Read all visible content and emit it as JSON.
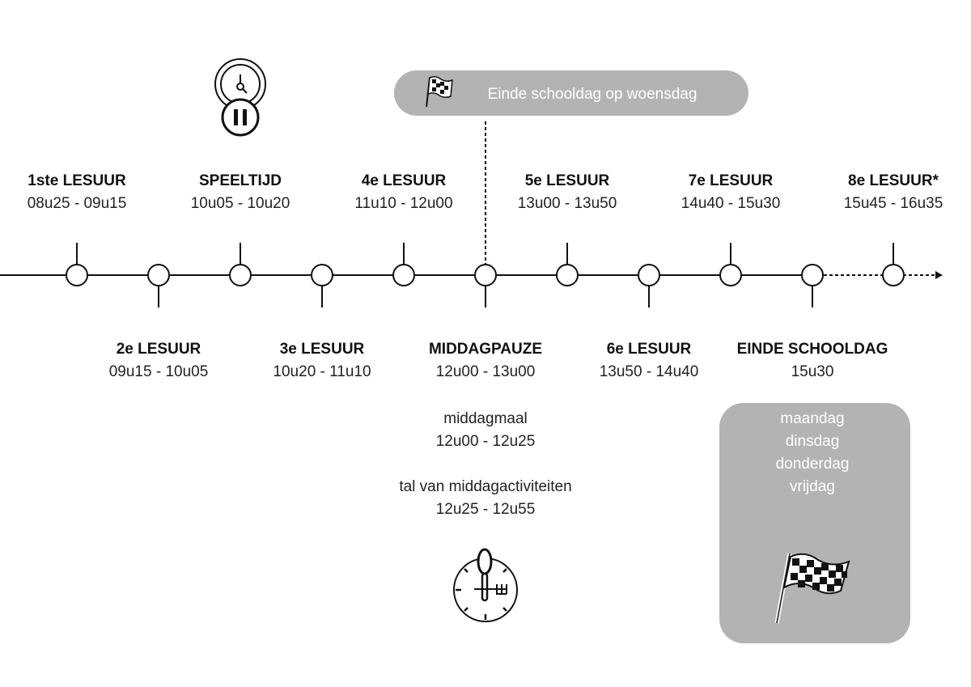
{
  "banner": {
    "label": "Einde schooldag op woensdag",
    "icon": "checkered-flag-icon",
    "color": "#b3b3b3"
  },
  "above": [
    {
      "title": "1ste LESUUR",
      "time": "08u25 - 09u15"
    },
    {
      "title": "SPEELTIJD",
      "time": "10u05 - 10u20"
    },
    {
      "title": "4e LESUUR",
      "time": "11u10 - 12u00"
    },
    {
      "title": "5e LESUUR",
      "time": "13u00 - 13u50"
    },
    {
      "title": "7e LESUUR",
      "time": "14u40 - 15u30"
    },
    {
      "title": "8e LESUUR*",
      "time": "15u45 - 16u35"
    }
  ],
  "below": [
    {
      "title": "2e LESUUR",
      "time": "09u15 - 10u05"
    },
    {
      "title": "3e LESUUR",
      "time": "10u20 - 11u10"
    },
    {
      "title": "MIDDAGPAUZE",
      "time": "12u00 - 13u00"
    },
    {
      "title": "6e LESUUR",
      "time": "13u50 - 14u40"
    },
    {
      "title": "EINDE SCHOOLDAG",
      "time": "15u30"
    }
  ],
  "middagpauze": {
    "meal_label": "middagmaal",
    "meal_time": "12u00 - 12u25",
    "activities_label": "tal van middagactiviteiten",
    "activities_time": "12u25 - 12u55"
  },
  "einde_days": [
    "maandag",
    "dinsdag",
    "donderdag",
    "vrijdag"
  ]
}
